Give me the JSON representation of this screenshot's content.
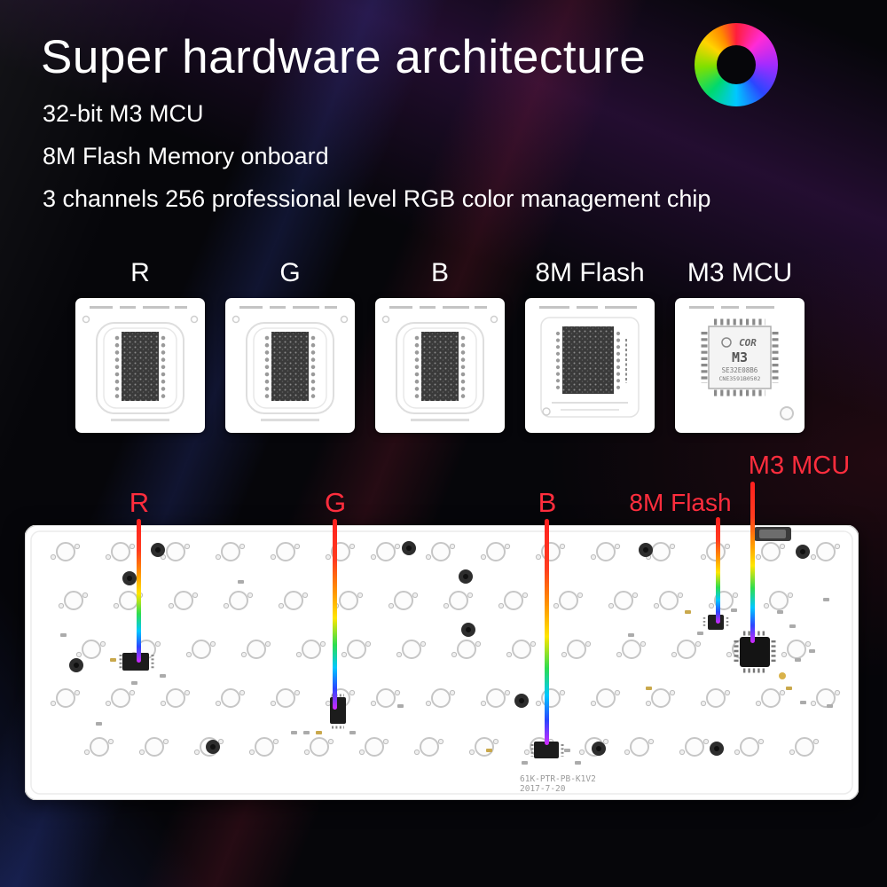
{
  "title": "Super hardware architecture",
  "features": [
    "32-bit M3 MCU",
    "8M Flash Memory onboard",
    "3 channels 256 professional level RGB color management chip"
  ],
  "chip_row": [
    {
      "label": "R"
    },
    {
      "label": "G"
    },
    {
      "label": "B"
    },
    {
      "label": "8M Flash"
    },
    {
      "label": "M3 MCU"
    }
  ],
  "mcu_marking": {
    "brand": "COR",
    "model": "M3",
    "line1": "SE32E08B6",
    "line2": "CNE3591B0502"
  },
  "pcb": {
    "callouts": [
      {
        "label": "R"
      },
      {
        "label": "G"
      },
      {
        "label": "B"
      },
      {
        "label": "8M Flash"
      },
      {
        "label": "M3 MCU"
      }
    ],
    "board_text": [
      "61K-PTR-PB-K1V2",
      "2017-7-20"
    ]
  },
  "colors": {
    "background": "#06060a",
    "accent_red": "#ff2d3d",
    "board": "#ffffff"
  }
}
